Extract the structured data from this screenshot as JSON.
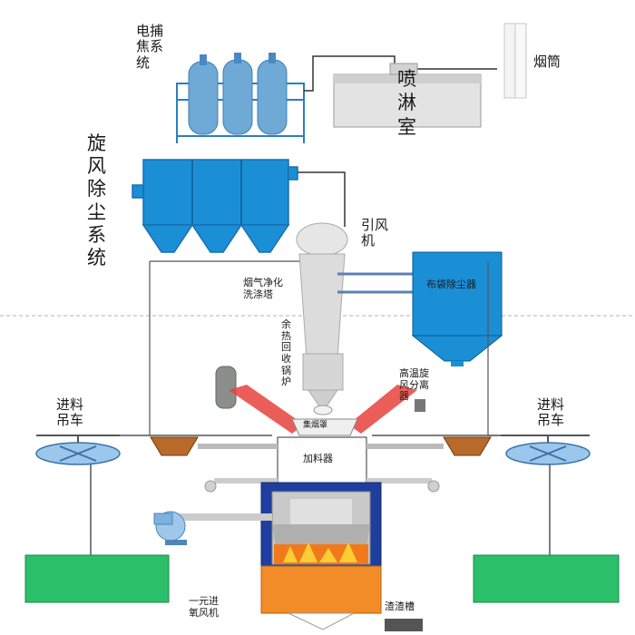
{
  "labels": {
    "electro_capture": "电捕\n焦系\n统",
    "chimney": "烟筒",
    "spray_room": "喷\n淋\n室",
    "cyclone_dust": "旋\n风\n除\n尘\n系\n统",
    "induced_fan": "引风\n机",
    "flue_gas_tower": "烟气净化\n洗涤塔",
    "bag_filter": "布袋除尘器",
    "waste_heat_boiler": "余\n热\n回\n收\n锅\n炉",
    "high_temp_separator": "高温旋\n风分离\n器",
    "feed_car_left": "进料\n吊车",
    "feed_car_right": "进料\n吊车",
    "smoke_hood": "集烟罩",
    "feeder": "加料器",
    "blower": "一元进\n氧风机",
    "slag_tank": "渣渣槽"
  },
  "colors": {
    "blue": "#1b8fd6",
    "green": "#2bbf6a",
    "orange": "#f28c28",
    "red_beam": "#e8413c",
    "brown": "#b86a2a"
  }
}
